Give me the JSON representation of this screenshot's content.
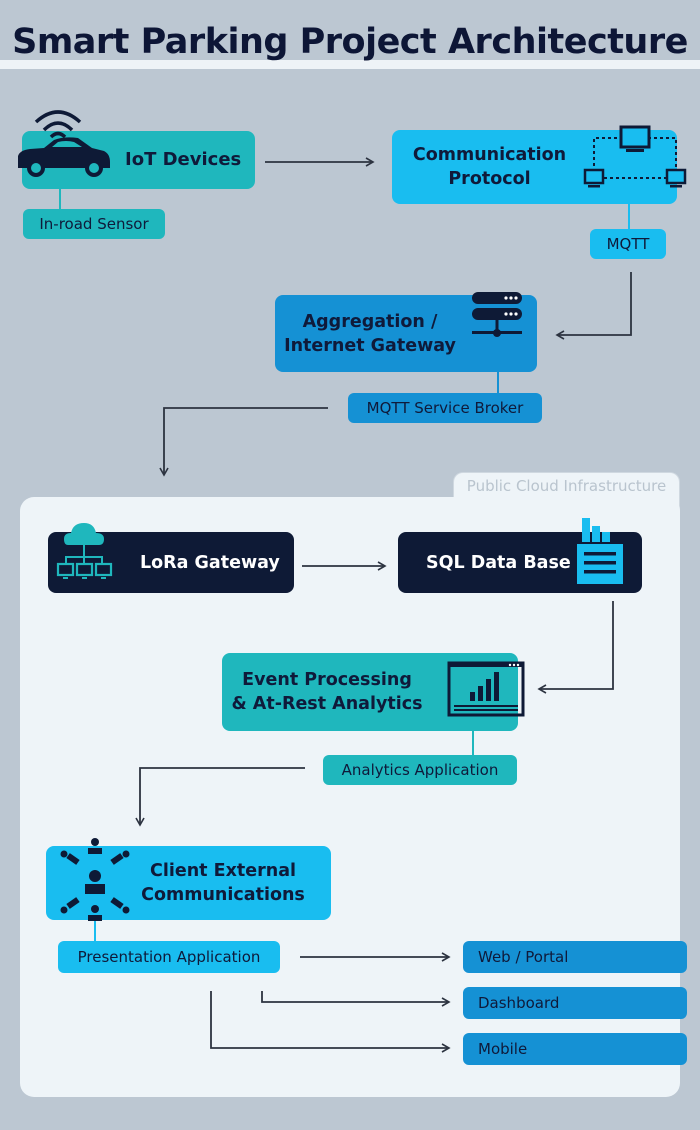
{
  "title": "Smart Parking Project Architecture",
  "colors": {
    "background": "#bcc7d2",
    "teal": "#1fb7bd",
    "cyan": "#19bdf0",
    "blue": "#1591d4",
    "navy": "#0e1a36",
    "text": "#0f1a3a",
    "panel": "#eef4f8"
  },
  "nodes": {
    "iot_devices": {
      "label": "IoT Devices",
      "icon": "car-wifi-icon",
      "sub": "In-road Sensor"
    },
    "communication_protocol": {
      "label_line1": "Communication",
      "label_line2": "Protocol",
      "icon": "network-computers-icon",
      "sub": "MQTT"
    },
    "aggregation_gateway": {
      "label_line1": "Aggregation /",
      "label_line2": "Internet Gateway",
      "icon": "server-icon",
      "sub": "MQTT Service Broker"
    },
    "lora_gateway": {
      "label": "LoRa Gateway",
      "icon": "cloud-network-icon"
    },
    "sql_database": {
      "label": "SQL Data Base",
      "icon": "database-chart-icon"
    },
    "event_processing": {
      "label_line1": "Event Processing",
      "label_line2": "& At-Rest Analytics",
      "icon": "analytics-window-icon",
      "sub": "Analytics Application"
    },
    "client_external": {
      "label_line1": "Client External",
      "label_line2": "Communications",
      "icon": "people-network-icon",
      "sub": "Presentation Application"
    }
  },
  "cloud_region": {
    "label": "Public Cloud Infrastructure"
  },
  "outputs": [
    "Web / Portal",
    "Dashboard",
    "Mobile"
  ],
  "edges": [
    {
      "from": "IoT Devices",
      "to": "Communication Protocol"
    },
    {
      "from": "MQTT",
      "to": "Aggregation / Internet Gateway"
    },
    {
      "from": "MQTT Service Broker",
      "to": "LoRa Gateway"
    },
    {
      "from": "LoRa Gateway",
      "to": "SQL Data Base"
    },
    {
      "from": "SQL Data Base",
      "to": "Event Processing & At-Rest Analytics"
    },
    {
      "from": "Analytics Application",
      "to": "Client External Communications"
    },
    {
      "from": "Presentation Application",
      "to": "Web / Portal"
    },
    {
      "from": "Presentation Application",
      "to": "Dashboard"
    },
    {
      "from": "Presentation Application",
      "to": "Mobile"
    }
  ]
}
